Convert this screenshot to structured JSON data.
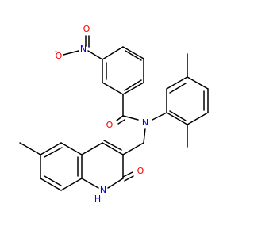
{
  "atoms": [
    {
      "id": "o_nitro_minus",
      "symbol": "O",
      "charge": "-",
      "color": "#ff0000"
    },
    {
      "id": "n_nitro",
      "symbol": "N",
      "charge": "+",
      "color": "#0000ff"
    },
    {
      "id": "o_nitro",
      "symbol": "O",
      "color": "#ff0000"
    },
    {
      "id": "o_amide",
      "symbol": "O",
      "color": "#ff0000"
    },
    {
      "id": "n_amide",
      "symbol": "N",
      "color": "#0000ff"
    },
    {
      "id": "nh_quinolinone",
      "symbol": "H",
      "symbol2": "N",
      "color": "#0000ff"
    },
    {
      "id": "o_quinolinone",
      "symbol": "O",
      "color": "#ff0000"
    }
  ],
  "colors": {
    "bond": "#000000",
    "oxygen": "#ff0000",
    "nitrogen": "#0000ff",
    "background": "#ffffff"
  }
}
